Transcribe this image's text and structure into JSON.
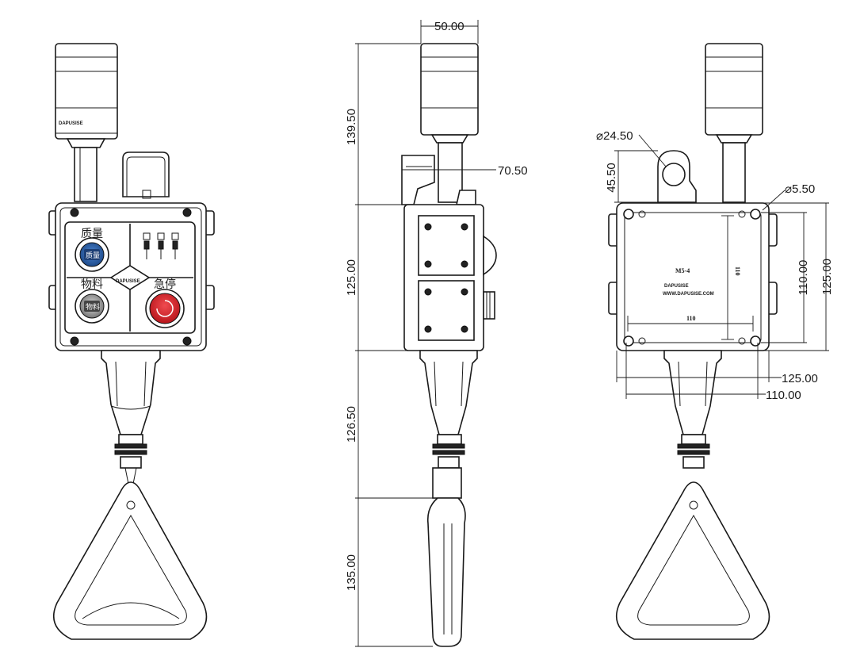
{
  "dimensions": {
    "top_width": "50.00",
    "lamp_height": "139.50",
    "depth": "70.50",
    "box_height": "125.00",
    "handle_length": "126.50",
    "grip_length": "135.00",
    "hole_diameter": "⌀24.50",
    "hole_offset": "45.50",
    "mount_hole": "⌀5.50",
    "back_height_outer": "125.00",
    "back_height_inner": "110.00",
    "back_width_outer": "125.00",
    "back_width_inner": "110.00"
  },
  "front_panel": {
    "quality_label": "质量",
    "quality_button": "质量",
    "material_label": "物料",
    "material_button": "物料",
    "estop_label": "急停",
    "brand_center": "DAPUSISE",
    "brand_lamp": "DAPUSISE"
  },
  "back_panel": {
    "model": "M5-4",
    "brand": "DAPUSISE",
    "website": "WWW.DAPUSISE.COM",
    "inner_width": "110",
    "inner_height": "110"
  },
  "colors": {
    "quality_button": "#2a5fa8",
    "estop_button": "#d9232a",
    "material_button": "#8c8c8c"
  }
}
